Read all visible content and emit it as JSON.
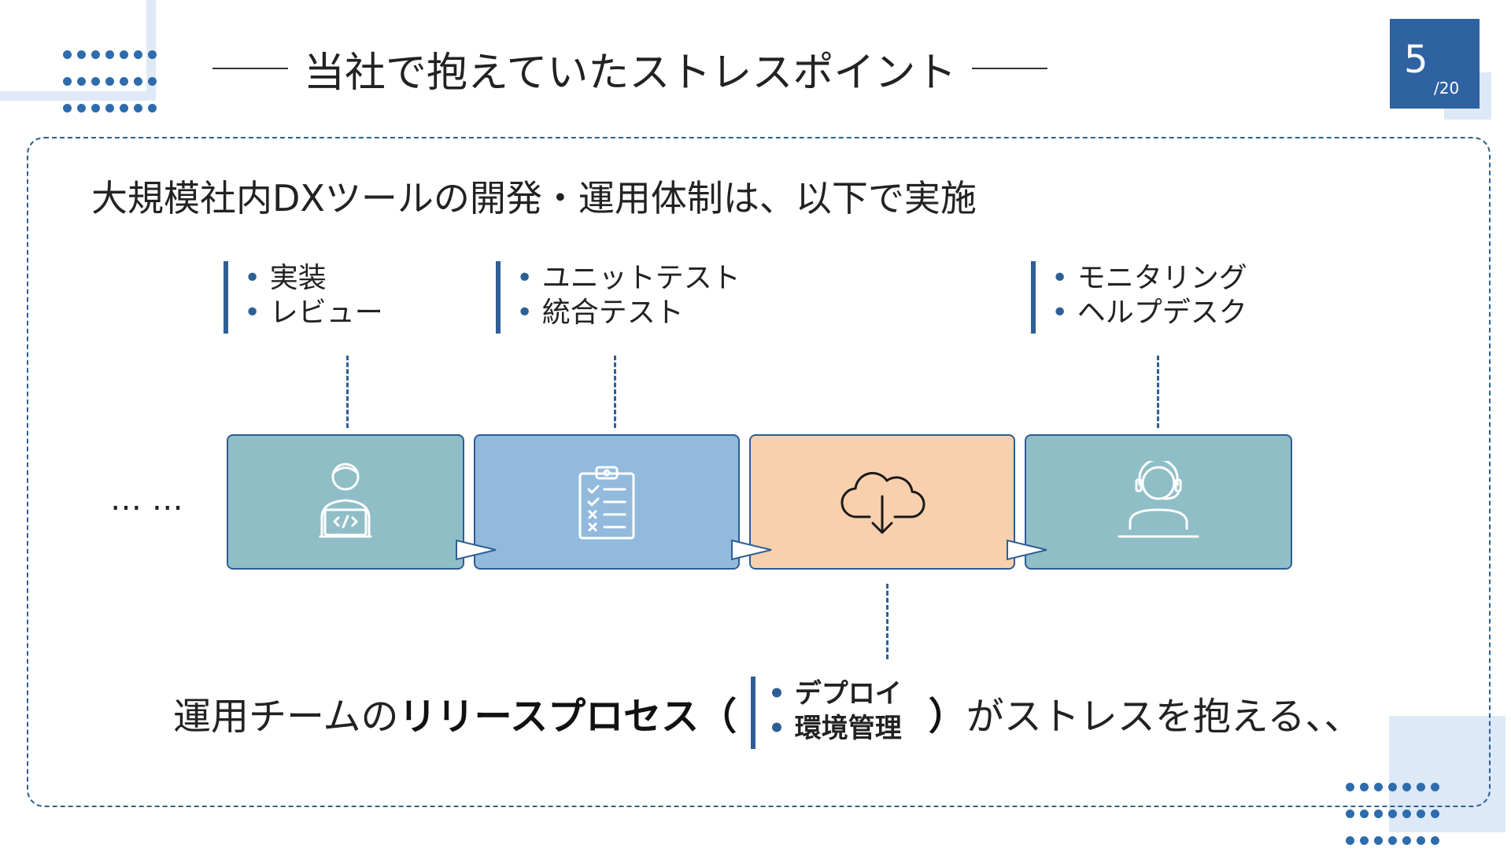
{
  "slide": {
    "title": "当社で抱えていたストレスポイント",
    "page_current": "5",
    "page_total": "/20",
    "heading": "大規模社内DXツールの開発・運用体制は、以下で実施",
    "ellipsis": "… …"
  },
  "bullet_groups": [
    {
      "items": [
        "実装",
        "レビュー"
      ]
    },
    {
      "items": [
        "ユニットテスト",
        "統合テスト"
      ]
    },
    {
      "items": [
        "モニタリング",
        "ヘルプデスク"
      ]
    }
  ],
  "process_steps": [
    {
      "icon": "developer-laptop-icon",
      "color": "#8fbec7"
    },
    {
      "icon": "checklist-clipboard-icon",
      "color": "#92badd"
    },
    {
      "icon": "cloud-download-icon",
      "color": "#f9d0ae"
    },
    {
      "icon": "headset-support-icon",
      "color": "#8fbec7"
    }
  ],
  "bottom": {
    "prefix": "運用チームの",
    "bold": "リリースプロセス（",
    "sub_items": [
      "デプロイ",
      "環境管理"
    ],
    "close": "）",
    "suffix": "がストレスを抱える、、"
  },
  "colors": {
    "accent": "#2e62a1",
    "frame": "#2d5f96",
    "light": "#dde9f7"
  }
}
